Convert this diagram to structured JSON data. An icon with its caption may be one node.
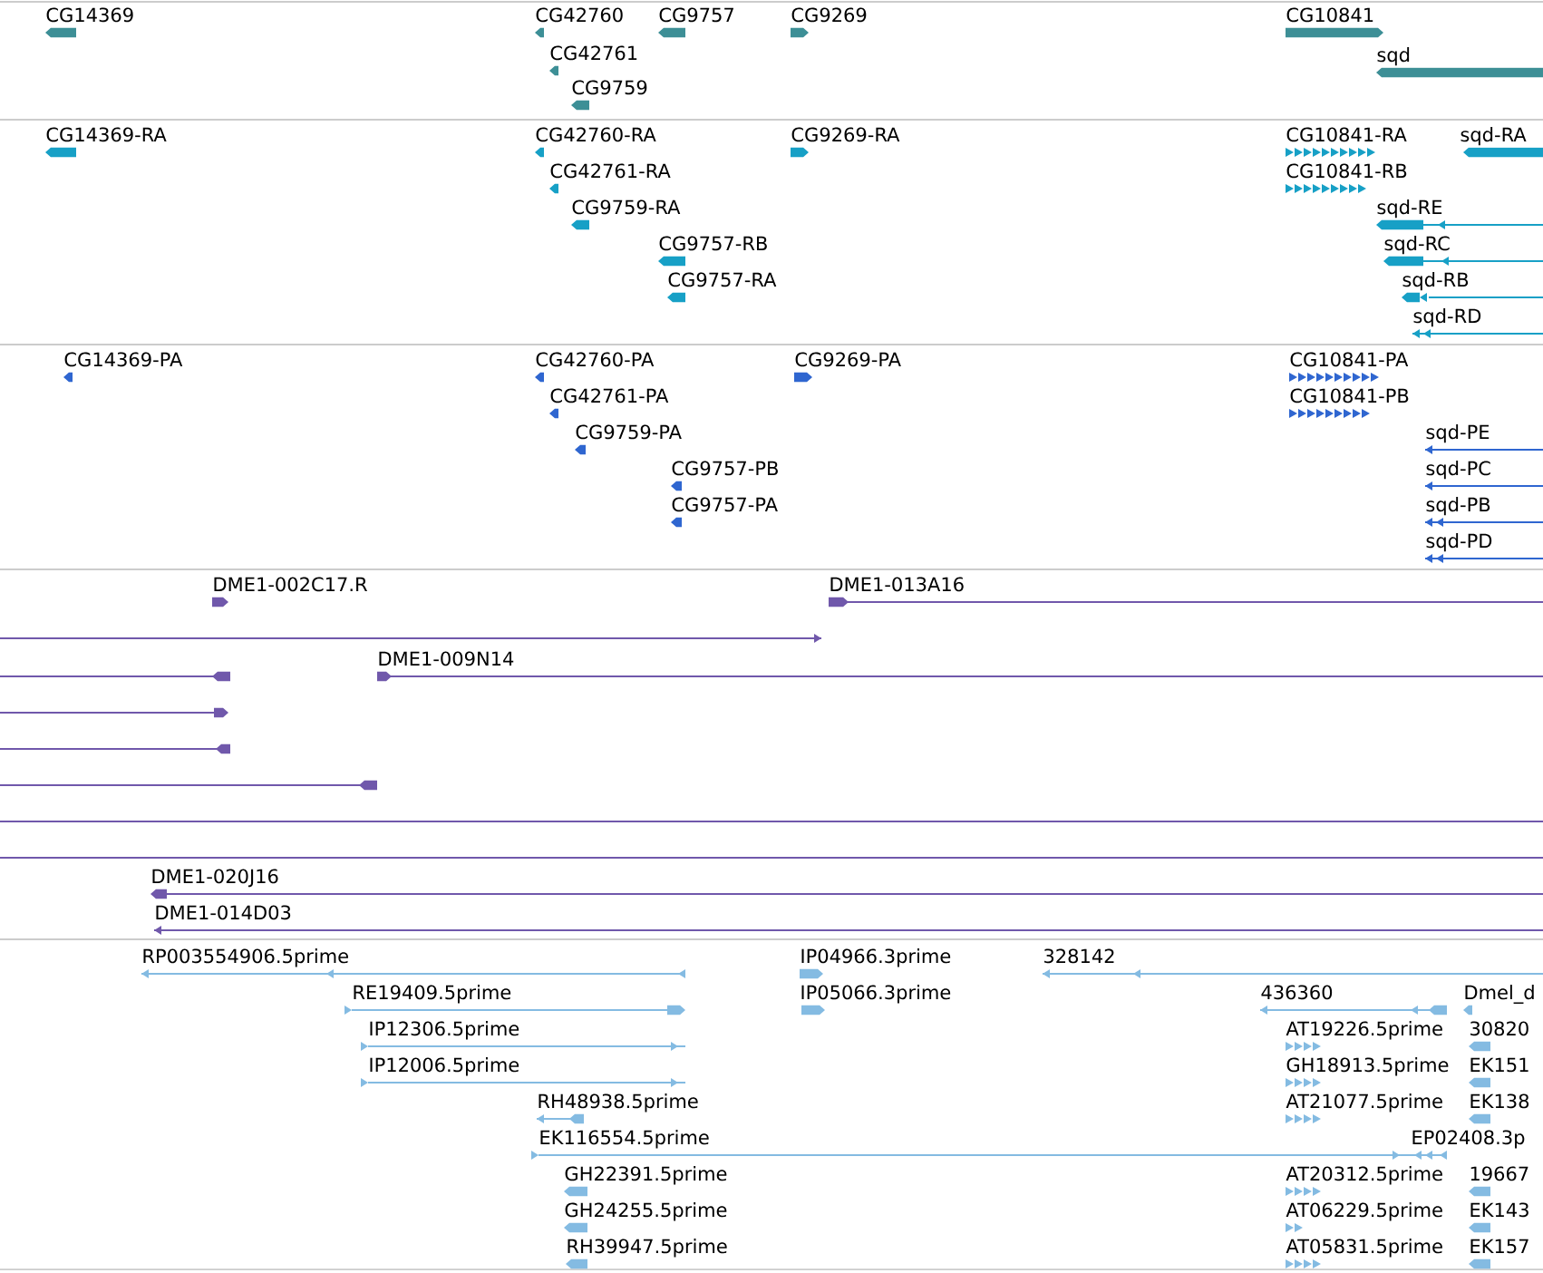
{
  "diagram": {
    "nodes": [
      {
        "text": [
          "CG14369"
        ]
      },
      {
        "text": [
          "CG42760"
        ]
      },
      {
        "text": [
          "CG9757"
        ]
      },
      {
        "text": [
          "CG9269"
        ]
      },
      {
        "text": [
          "CG10841"
        ]
      },
      {
        "text": [
          "CG42761"
        ]
      },
      {
        "text": [
          "sqd"
        ]
      },
      {
        "text": [
          "CG9759"
        ]
      },
      {
        "text": [
          "CG14369-RA"
        ]
      },
      {
        "text": [
          "CG42760-RA"
        ]
      },
      {
        "text": [
          "CG9269-RA"
        ]
      },
      {
        "text": [
          "CG10841-RA"
        ]
      },
      {
        "text": [
          "sqd-RA"
        ]
      },
      {
        "text": [
          "CG42761-RA"
        ]
      },
      {
        "text": [
          "CG10841-RB"
        ]
      },
      {
        "text": [
          "CG9759-RA"
        ]
      },
      {
        "text": [
          "sqd-RE"
        ]
      },
      {
        "text": [
          "CG9757-RB"
        ]
      },
      {
        "text": [
          "sqd-RC"
        ]
      },
      {
        "text": [
          "CG9757-RA"
        ]
      },
      {
        "text": [
          "sqd-RB"
        ]
      },
      {
        "text": [
          "sqd-RD"
        ]
      },
      {
        "text": [
          "CG14369-PA"
        ]
      },
      {
        "text": [
          "CG42760-PA"
        ]
      },
      {
        "text": [
          "CG9269-PA"
        ]
      },
      {
        "text": [
          "CG10841-PA"
        ]
      },
      {
        "text": [
          "CG42761-PA"
        ]
      },
      {
        "text": [
          "CG10841-PB"
        ]
      },
      {
        "text": [
          "CG9759-PA"
        ]
      },
      {
        "text": [
          "sqd-PE"
        ]
      },
      {
        "text": [
          "CG9757-PB"
        ]
      },
      {
        "text": [
          "sqd-PC"
        ]
      },
      {
        "text": [
          "CG9757-PA"
        ]
      },
      {
        "text": [
          "sqd-PB"
        ]
      },
      {
        "text": [
          "sqd-PD"
        ]
      },
      {
        "text": [
          "DME1-002C17.R"
        ]
      },
      {
        "text": [
          "DME1-013A16"
        ]
      },
      {
        "text": [],
        "shape": "bar"
      },
      {
        "text": [
          "DME1-009N14"
        ]
      },
      {
        "text": [],
        "shape": "bar"
      },
      {
        "text": [],
        "shape": "bar"
      },
      {
        "text": [],
        "shape": "bar"
      },
      {
        "text": [],
        "shape": "bar"
      },
      {
        "text": [],
        "shape": "bar"
      },
      {
        "text": [],
        "shape": "bar"
      },
      {
        "text": [
          "DME1-020J16"
        ]
      },
      {
        "text": [
          "DME1-014D03"
        ]
      },
      {
        "text": [
          "RP003554906.5prime"
        ]
      },
      {
        "text": [
          "IP04966.3prime"
        ]
      },
      {
        "text": [
          "328142"
        ]
      },
      {
        "text": [
          "RE19409.5prime"
        ]
      },
      {
        "text": [
          "IP05066.3prime"
        ]
      },
      {
        "text": [
          "436360"
        ]
      },
      {
        "text": [
          "Dmel_d"
        ]
      },
      {
        "text": [
          "IP12306.5prime"
        ]
      },
      {
        "text": [
          "AT19226.5prime"
        ]
      },
      {
        "text": [
          "30820"
        ]
      },
      {
        "text": [
          "IP12006.5prime"
        ]
      },
      {
        "text": [
          "GH18913.5prime"
        ]
      },
      {
        "text": [
          "EK151"
        ]
      },
      {
        "text": [
          "RH48938.5prime"
        ]
      },
      {
        "text": [
          "AT21077.5prime"
        ]
      },
      {
        "text": [
          "EK138"
        ]
      },
      {
        "text": [
          "EK116554.5prime"
        ]
      },
      {
        "text": [
          "EP02408.3p"
        ]
      },
      {
        "text": [
          "GH22391.5prime"
        ]
      },
      {
        "text": [
          "AT20312.5prime"
        ]
      },
      {
        "text": [
          "19667"
        ]
      },
      {
        "text": [
          "GH24255.5prime"
        ]
      },
      {
        "text": [
          "AT06229.5prime"
        ]
      },
      {
        "text": [
          "EK143"
        ]
      },
      {
        "text": [
          "RH39947.5prime"
        ]
      },
      {
        "text": [
          "AT05831.5prime"
        ]
      },
      {
        "text": [
          "EK157"
        ]
      }
    ]
  }
}
